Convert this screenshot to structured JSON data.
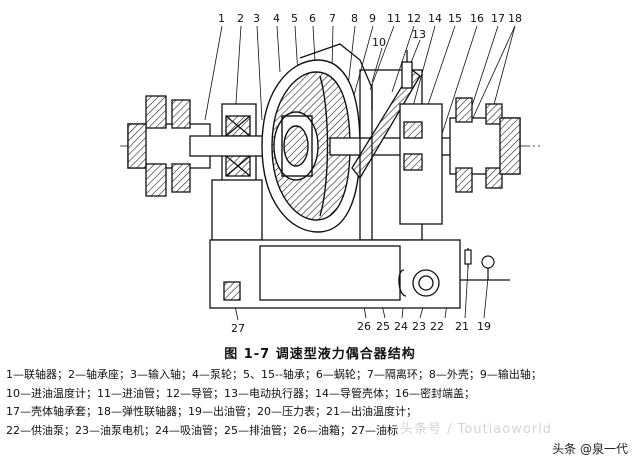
{
  "callouts_top": [
    "1",
    "2",
    "3",
    "4",
    "5",
    "6",
    "7",
    "8",
    "9",
    "11",
    "12",
    "14",
    "15",
    "16",
    "17",
    "18"
  ],
  "callouts_mid": [
    "10",
    "13"
  ],
  "callouts_bottom": [
    "27",
    "26",
    "25",
    "24",
    "23",
    "22",
    "21",
    "19"
  ],
  "caption": "图 1-7   调速型液力偶合器结构",
  "legend": [
    "1—联轴器；2—轴承座；3—输入轴；4—泵轮；5、15--轴承；6—蜗轮；7—隔离环；8—外壳；9—输出轴；",
    "10—进油温度计；11—进油管；12—导管；13—电动执行器；14—导管壳体；16—密封端盖；",
    "17—壳体轴承套；18—弹性联轴器；19—出油管；20—压力表；21—出油温度计；",
    "22—供油泵；23—油泵电机；24—吸油管；25—排油管；26—油箱；27—油标"
  ],
  "watermark": "头条 @泉一代",
  "watermark_ghost": "头条号 / Toutiaoworld"
}
